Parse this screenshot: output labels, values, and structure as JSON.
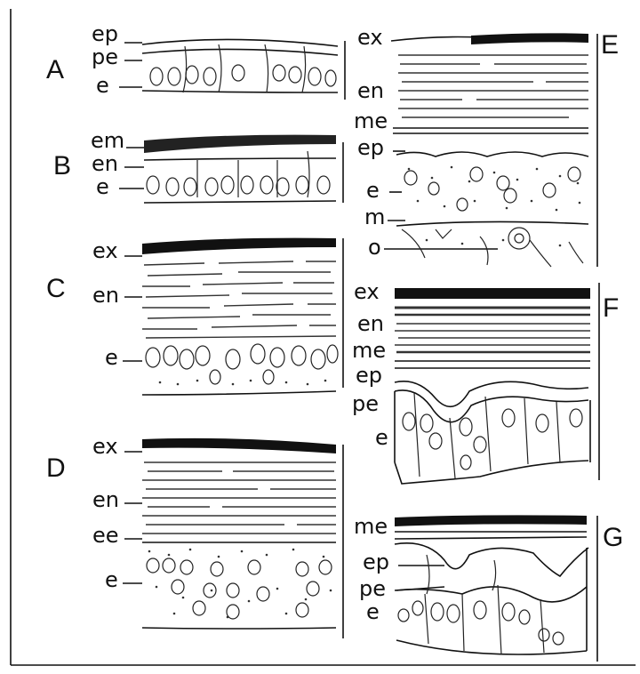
{
  "panels": [
    {
      "letter": "A",
      "labels": [
        "ep",
        "pe",
        "e"
      ]
    },
    {
      "letter": "B",
      "labels": [
        "em",
        "en",
        "e"
      ]
    },
    {
      "letter": "C",
      "labels": [
        "ex",
        "en",
        "e"
      ]
    },
    {
      "letter": "D",
      "labels": [
        "ex",
        "en",
        "ee",
        "e"
      ]
    },
    {
      "letter": "E",
      "labels": [
        "ex",
        "en",
        "me",
        "ep",
        "e",
        "m",
        "o"
      ]
    },
    {
      "letter": "F",
      "labels": [
        "ex",
        "en",
        "me",
        "ep",
        "pe",
        "e"
      ]
    },
    {
      "letter": "G",
      "labels": [
        "me",
        "ep",
        "pe",
        "e"
      ]
    }
  ]
}
